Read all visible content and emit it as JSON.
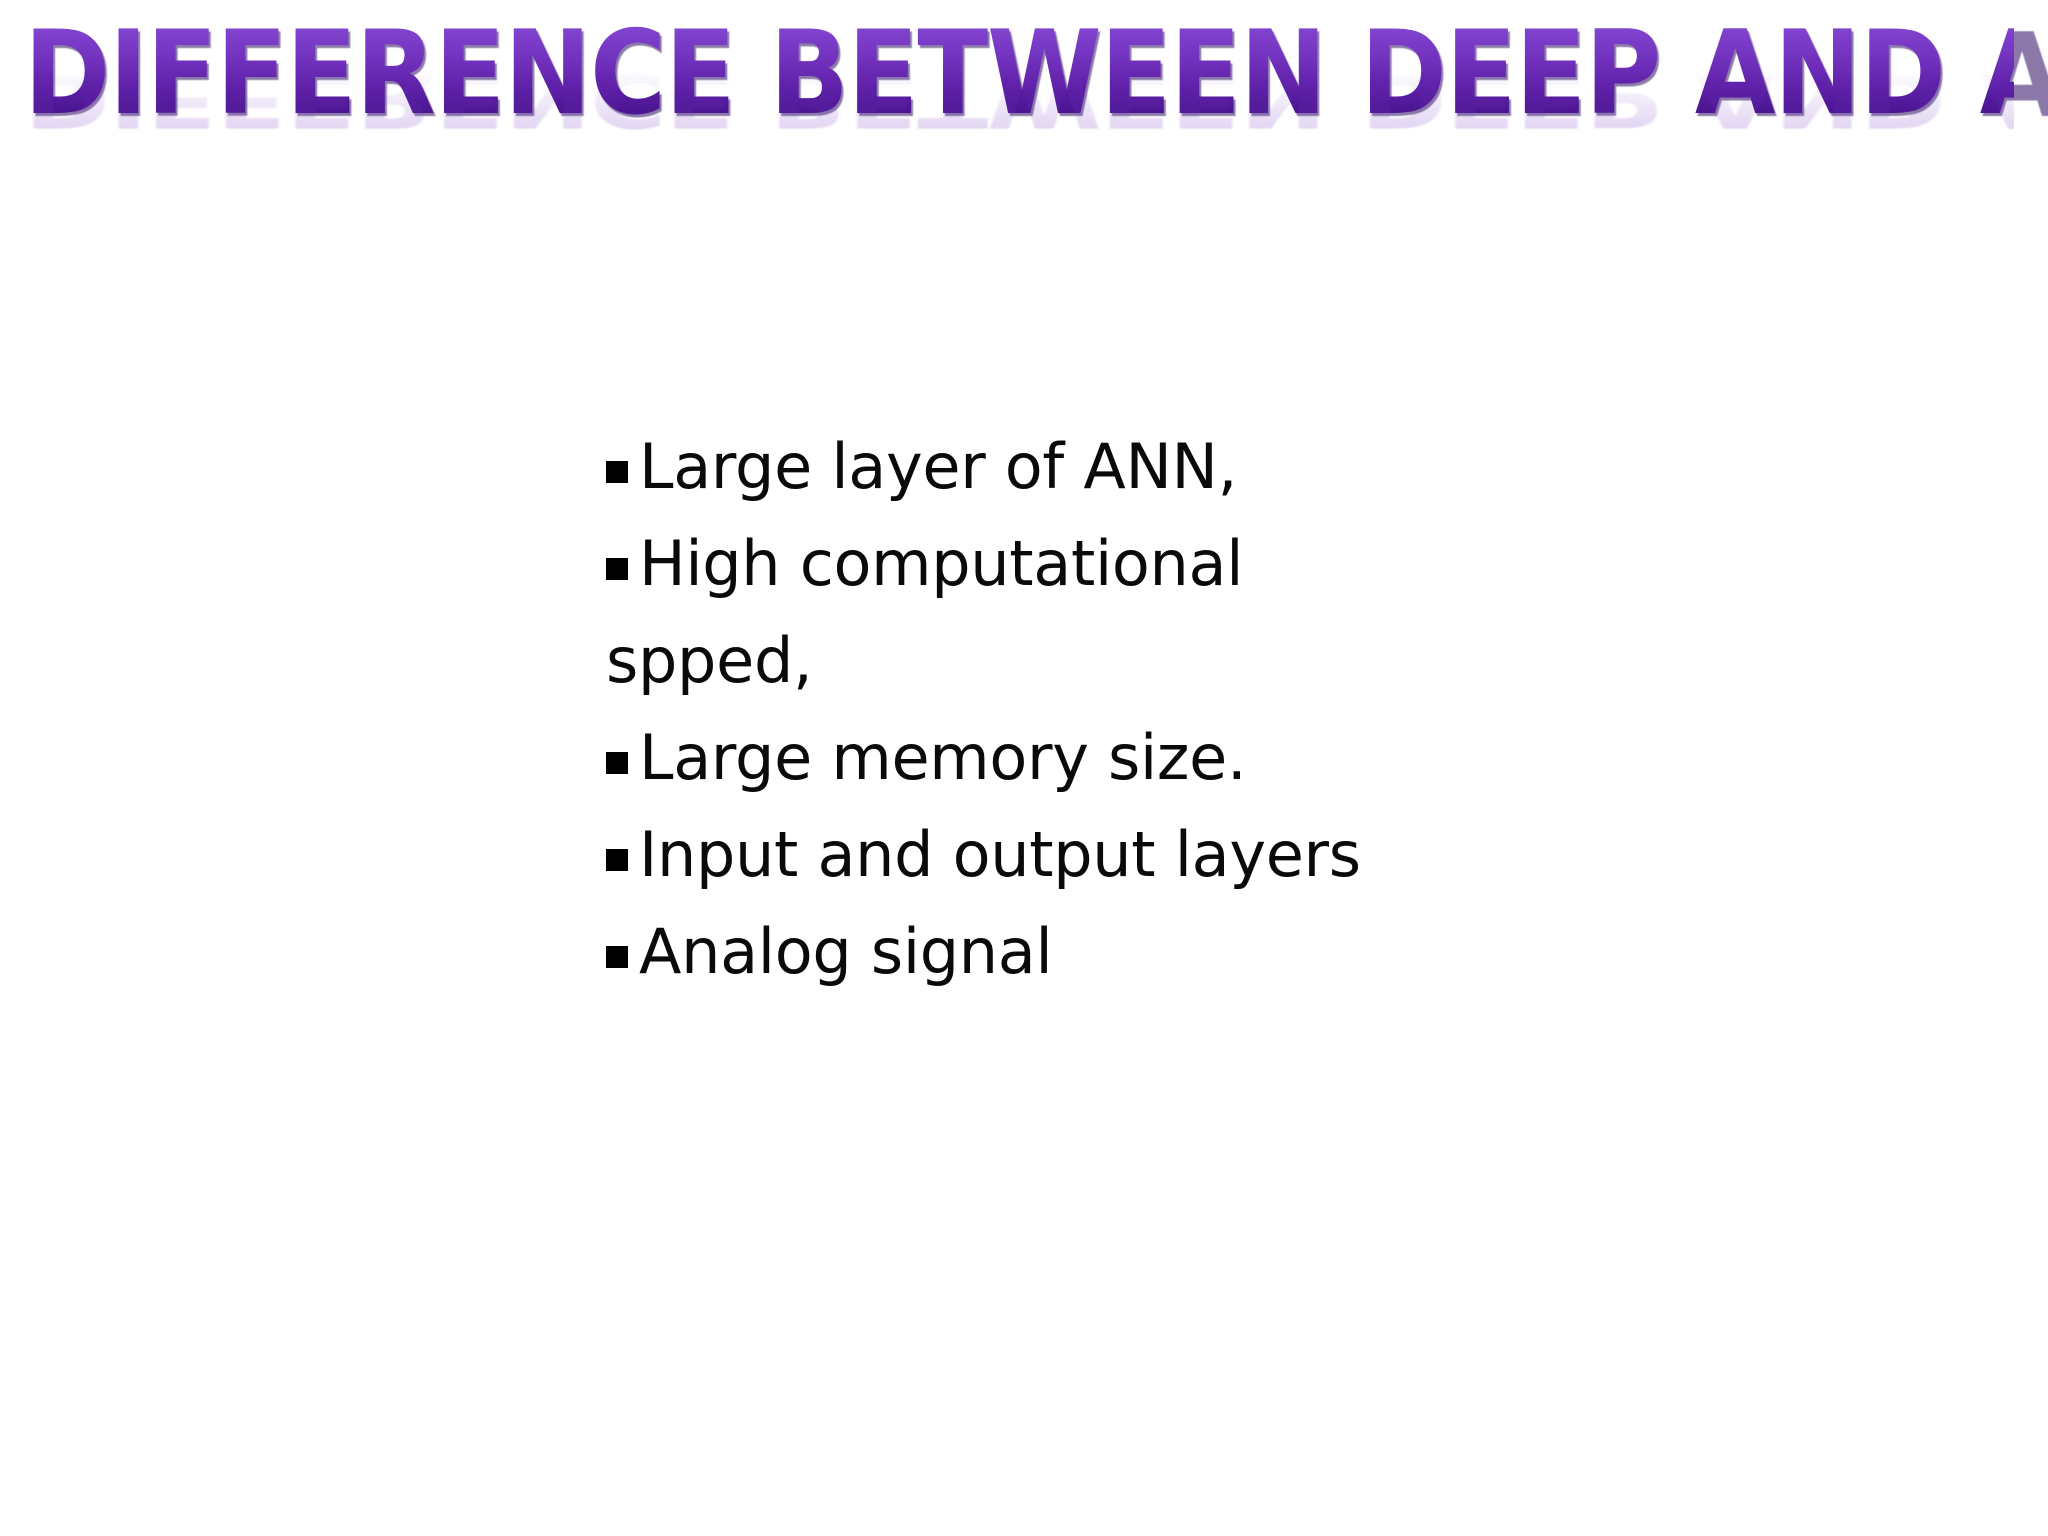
{
  "slide": {
    "background_color": "#ffffff",
    "title": {
      "text": "DIFFERENCE BETWEEN DEEP AND ANN",
      "color_top": "#8a4fd4",
      "color_bottom": "#3f1183",
      "has_reflection": true
    },
    "body": {
      "bullet_glyph": "square-bullet",
      "text_color": "#0a0a0a",
      "lines": [
        {
          "text": "Large layer of ANN,",
          "bulleted": true
        },
        {
          "text": "High computational",
          "bulleted": true
        },
        {
          "text": "spped,",
          "bulleted": false
        },
        {
          "text": "Large memory size.",
          "bulleted": true
        },
        {
          "text": "Input and output layers",
          "bulleted": true
        },
        {
          "text": "Analog signal",
          "bulleted": true
        }
      ]
    }
  }
}
